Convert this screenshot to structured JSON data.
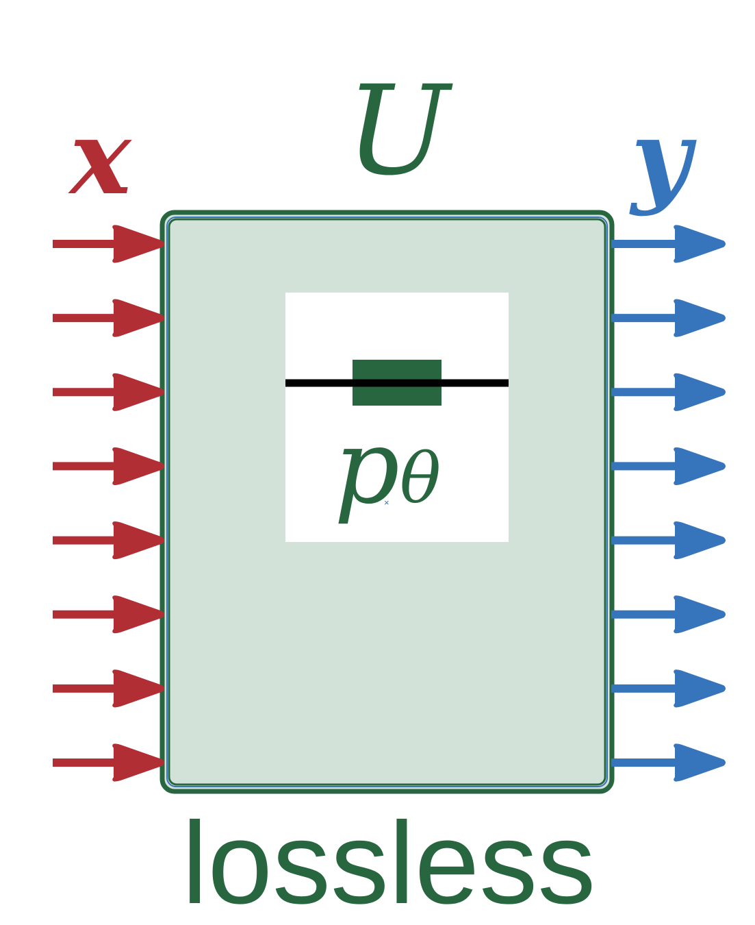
{
  "labels": {
    "unitary": "U",
    "input": "x",
    "output": "y",
    "parameter_base": "p",
    "parameter_sub": "θ",
    "caption": "lossless"
  },
  "ports": {
    "inputs": 8,
    "outputs": 8
  },
  "colors": {
    "input": "#b22e35",
    "output": "#3674bb",
    "box_border": "#27663f",
    "box_fill": "#d3e2d9",
    "box_inner_line": "#3674bb",
    "component": "#27663f",
    "waveguide": "#000000",
    "caption": "#27663f",
    "marker": "#3674bb"
  },
  "icons": {
    "input_arrow": "right-arrow-icon",
    "output_arrow": "right-arrow-icon",
    "phase_shifter": "phase-shifter-icon"
  }
}
